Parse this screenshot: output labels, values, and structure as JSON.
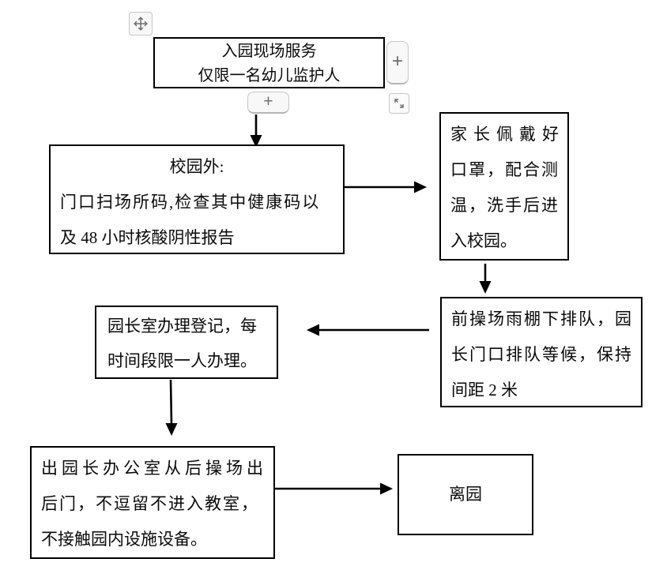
{
  "colors": {
    "background": "#ffffff",
    "box_border": "#000000",
    "text": "#0a0a0a",
    "arrow": "#000000",
    "control_bg": "#f8f8f8",
    "control_border": "#c6c6c6",
    "control_icon": "#6e6e6e"
  },
  "controls": {
    "move_icon": "move-arrows-icon",
    "resize_icon": "expand-diagonal-icon",
    "add_right_label": "+",
    "add_bottom_label": "+"
  },
  "flowchart": {
    "boxes": [
      {
        "id": "entry",
        "lines": [
          "入园现场服务",
          "仅限一名幼儿监护人"
        ]
      },
      {
        "id": "outside",
        "lines": [
          "校园外:",
          "门口扫场所码,检查其中健康码以",
          "及 48 小时核酸阴性报告"
        ]
      },
      {
        "id": "parent",
        "lines": [
          "家长佩戴好",
          "口罩，配合测",
          "温，洗手后进",
          "入校园。"
        ]
      },
      {
        "id": "queue",
        "lines": [
          "前操场雨棚下排队，园",
          "长门口排队等候，保持",
          "间距 2 米"
        ]
      },
      {
        "id": "register",
        "lines": [
          "园长室办理登记，每",
          "时间段限一人办理。"
        ]
      },
      {
        "id": "exit",
        "lines": [
          "出园长办公室从后操场出",
          "后门，不逗留不进入教室，",
          "不接触园内设施设备。"
        ]
      },
      {
        "id": "leave",
        "lines": [
          "离园"
        ]
      }
    ],
    "connections": [
      {
        "from": "entry",
        "to": "outside",
        "direction": "down"
      },
      {
        "from": "outside",
        "to": "parent",
        "direction": "right"
      },
      {
        "from": "parent",
        "to": "queue",
        "direction": "down"
      },
      {
        "from": "queue",
        "to": "register",
        "direction": "left"
      },
      {
        "from": "register",
        "to": "exit",
        "direction": "down"
      },
      {
        "from": "exit",
        "to": "leave",
        "direction": "right"
      }
    ]
  }
}
